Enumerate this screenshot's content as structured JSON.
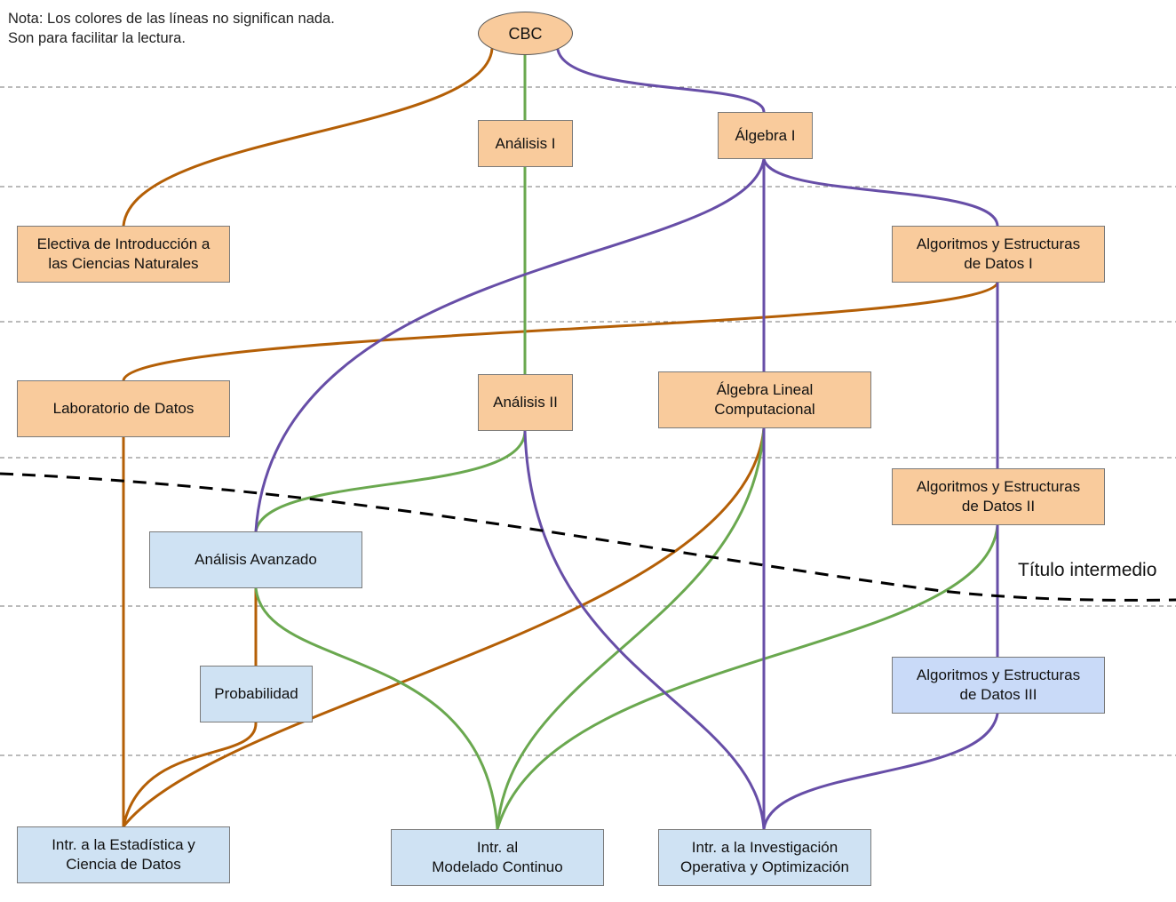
{
  "note": {
    "line1": "Nota: Los colores de las líneas no significan nada.",
    "line2": "Son para facilitar la lectura."
  },
  "intermediate_title": "Título intermedio",
  "colors": {
    "orange_line": "#b45f06",
    "green_line": "#6aa84f",
    "purple_line": "#674ea7",
    "orange_box": "#f9cb9c",
    "blue_box": "#cfe2f3",
    "blue_box_alt": "#c9daf8",
    "dashed_rule": "#666666",
    "dashed_boundary": "#000000"
  },
  "nodes": {
    "cbc": {
      "label": "CBC"
    },
    "analisis1": {
      "label": "Análisis I"
    },
    "algebra1": {
      "label": "Álgebra I"
    },
    "electiva": {
      "line1": "Electiva de Introducción a",
      "line2": "las Ciencias Naturales"
    },
    "algo1": {
      "line1": "Algoritmos y Estructuras",
      "line2": "de Datos I"
    },
    "labdatos": {
      "label": "Laboratorio de Datos"
    },
    "analisis2": {
      "label": "Análisis II"
    },
    "alglineal": {
      "line1": "Álgebra Lineal",
      "line2": "Computacional"
    },
    "algo2": {
      "line1": "Algoritmos y Estructuras",
      "line2": "de Datos II"
    },
    "anavanzado": {
      "label": "Análisis Avanzado"
    },
    "probabilidad": {
      "label": "Probabilidad"
    },
    "algo3": {
      "line1": "Algoritmos y Estructuras",
      "line2": "de Datos III"
    },
    "estadistica": {
      "line1": "Intr. a la Estadística y",
      "line2": "Ciencia de Datos"
    },
    "modelado": {
      "line1": "Intr. al",
      "line2": "Modelado Continuo"
    },
    "investigacion": {
      "line1": "Intr. a la Investigación",
      "line2": "Operativa y Optimización"
    }
  },
  "edges": [
    {
      "from": "cbc",
      "to": "electiva",
      "color": "orange"
    },
    {
      "from": "cbc",
      "to": "analisis1",
      "color": "green"
    },
    {
      "from": "cbc",
      "to": "algebra1",
      "color": "purple"
    },
    {
      "from": "analisis1",
      "to": "analisis2",
      "color": "green"
    },
    {
      "from": "algebra1",
      "to": "alglineal",
      "color": "purple"
    },
    {
      "from": "algebra1",
      "to": "algo1",
      "color": "purple"
    },
    {
      "from": "algebra1",
      "to": "anavanzado",
      "color": "purple"
    },
    {
      "from": "algo1",
      "to": "labdatos",
      "color": "orange"
    },
    {
      "from": "algo1",
      "to": "algo2",
      "color": "purple"
    },
    {
      "from": "labdatos",
      "to": "estadistica",
      "color": "orange"
    },
    {
      "from": "analisis2",
      "to": "anavanzado",
      "color": "green"
    },
    {
      "from": "analisis2",
      "to": "investigacion",
      "color": "purple"
    },
    {
      "from": "alglineal",
      "to": "estadistica",
      "color": "orange"
    },
    {
      "from": "alglineal",
      "to": "modelado",
      "color": "green"
    },
    {
      "from": "alglineal",
      "to": "investigacion",
      "color": "purple"
    },
    {
      "from": "algo2",
      "to": "algo3",
      "color": "purple"
    },
    {
      "from": "algo2",
      "to": "modelado",
      "color": "green"
    },
    {
      "from": "anavanzado",
      "to": "probabilidad",
      "color": "orange"
    },
    {
      "from": "anavanzado",
      "to": "modelado",
      "color": "green"
    },
    {
      "from": "probabilidad",
      "to": "estadistica",
      "color": "orange"
    },
    {
      "from": "algo3",
      "to": "investigacion",
      "color": "purple"
    }
  ]
}
